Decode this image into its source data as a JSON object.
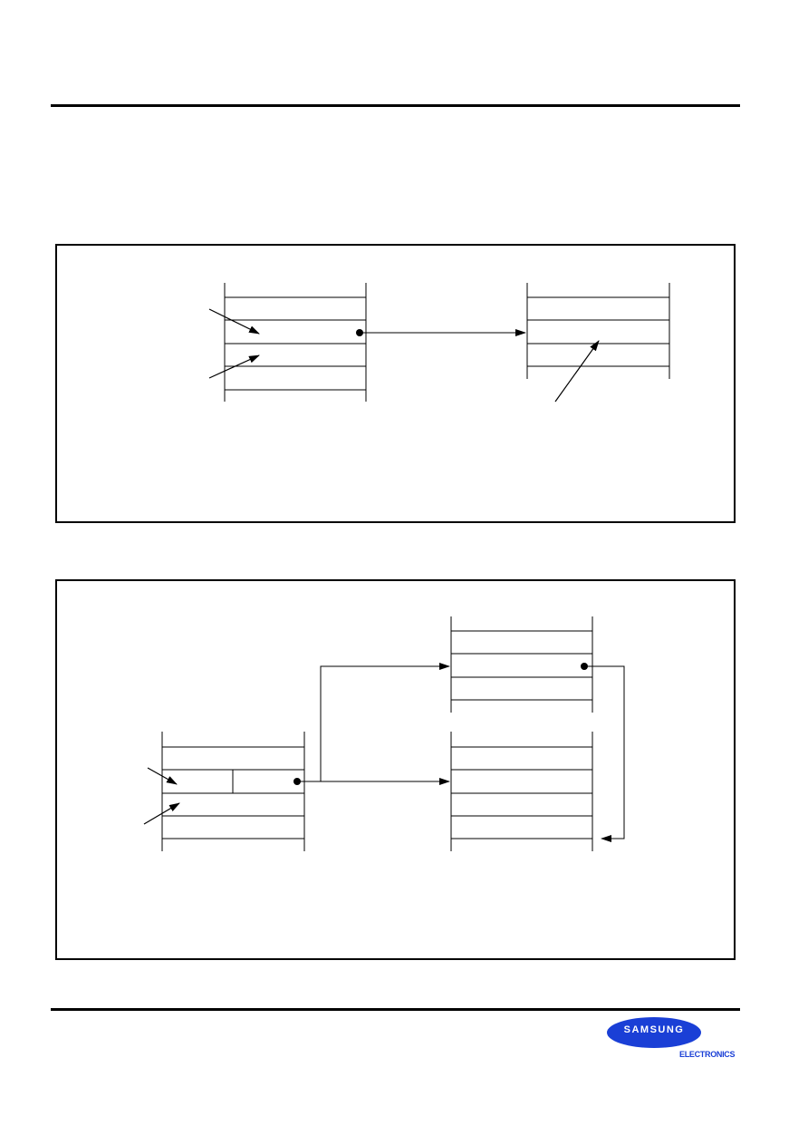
{
  "footer": {
    "brand_name": "SAMSUNG",
    "brand_sub": "ELECTRONICS",
    "brand_color": "#1a3fd6"
  },
  "diagrams": [
    {
      "name": "indirect-addressing-diagram-1"
    },
    {
      "name": "indirect-addressing-diagram-2"
    }
  ]
}
